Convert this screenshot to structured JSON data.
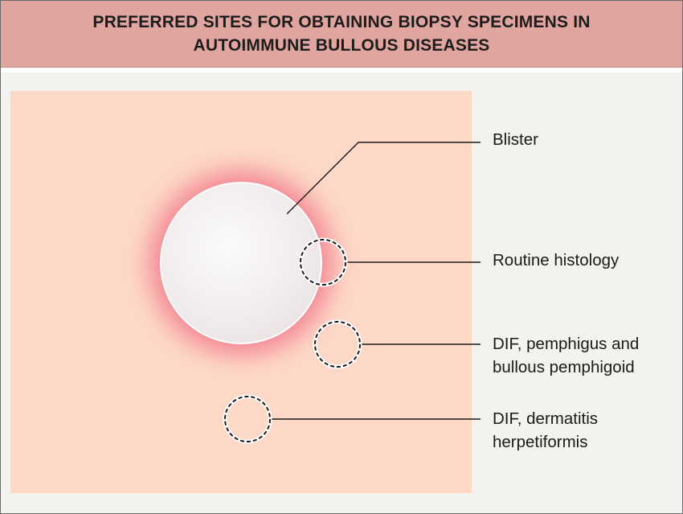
{
  "title": {
    "line1": "PREFERRED SITES FOR OBTAINING BIOPSY SPECIMENS IN",
    "line2": "AUTOIMMUNE BULLOUS DISEASES"
  },
  "labels": {
    "blister": "Blister",
    "routine_histology": "Routine histology",
    "dif_pemphigus_line1": "DIF, pemphigus and",
    "dif_pemphigus_line2": "bullous pemphigoid",
    "dif_dh_line1": "DIF, dermatitis",
    "dif_dh_line2": "herpetiformis"
  },
  "colors": {
    "header": "#e0a59e",
    "skin": "#fdd8c7",
    "inflammation": "#f48a96",
    "blister": "#f4eeee",
    "background": "#f3f2ee"
  }
}
